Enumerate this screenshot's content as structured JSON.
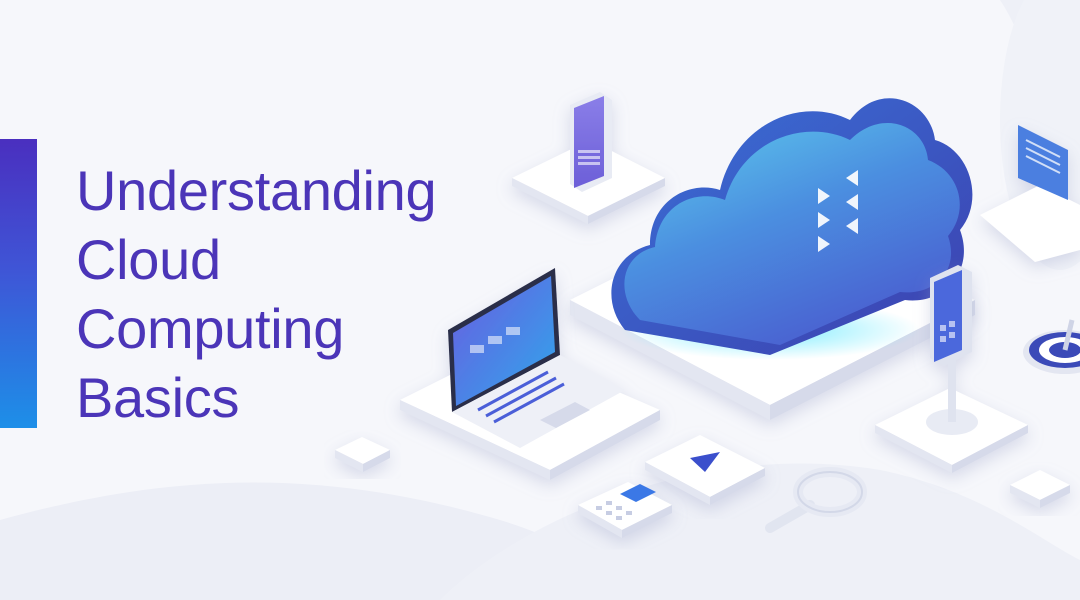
{
  "headline": {
    "lines": [
      "Understanding",
      "Cloud",
      "Computing",
      "Basics"
    ]
  },
  "icons": [
    "cloud-icon",
    "smartphone-icon",
    "laptop-icon",
    "document-icon",
    "kiosk-icon",
    "target-icon",
    "play-card-icon",
    "calculator-icon",
    "magnifier-icon"
  ],
  "colors": {
    "headline": "#4b35b8",
    "accent_top": "#4a2fbf",
    "accent_bottom": "#1d8fe8",
    "cloud_light": "#5fd0ee",
    "cloud_dark": "#4a5fd0",
    "background": "#f6f7fb"
  }
}
